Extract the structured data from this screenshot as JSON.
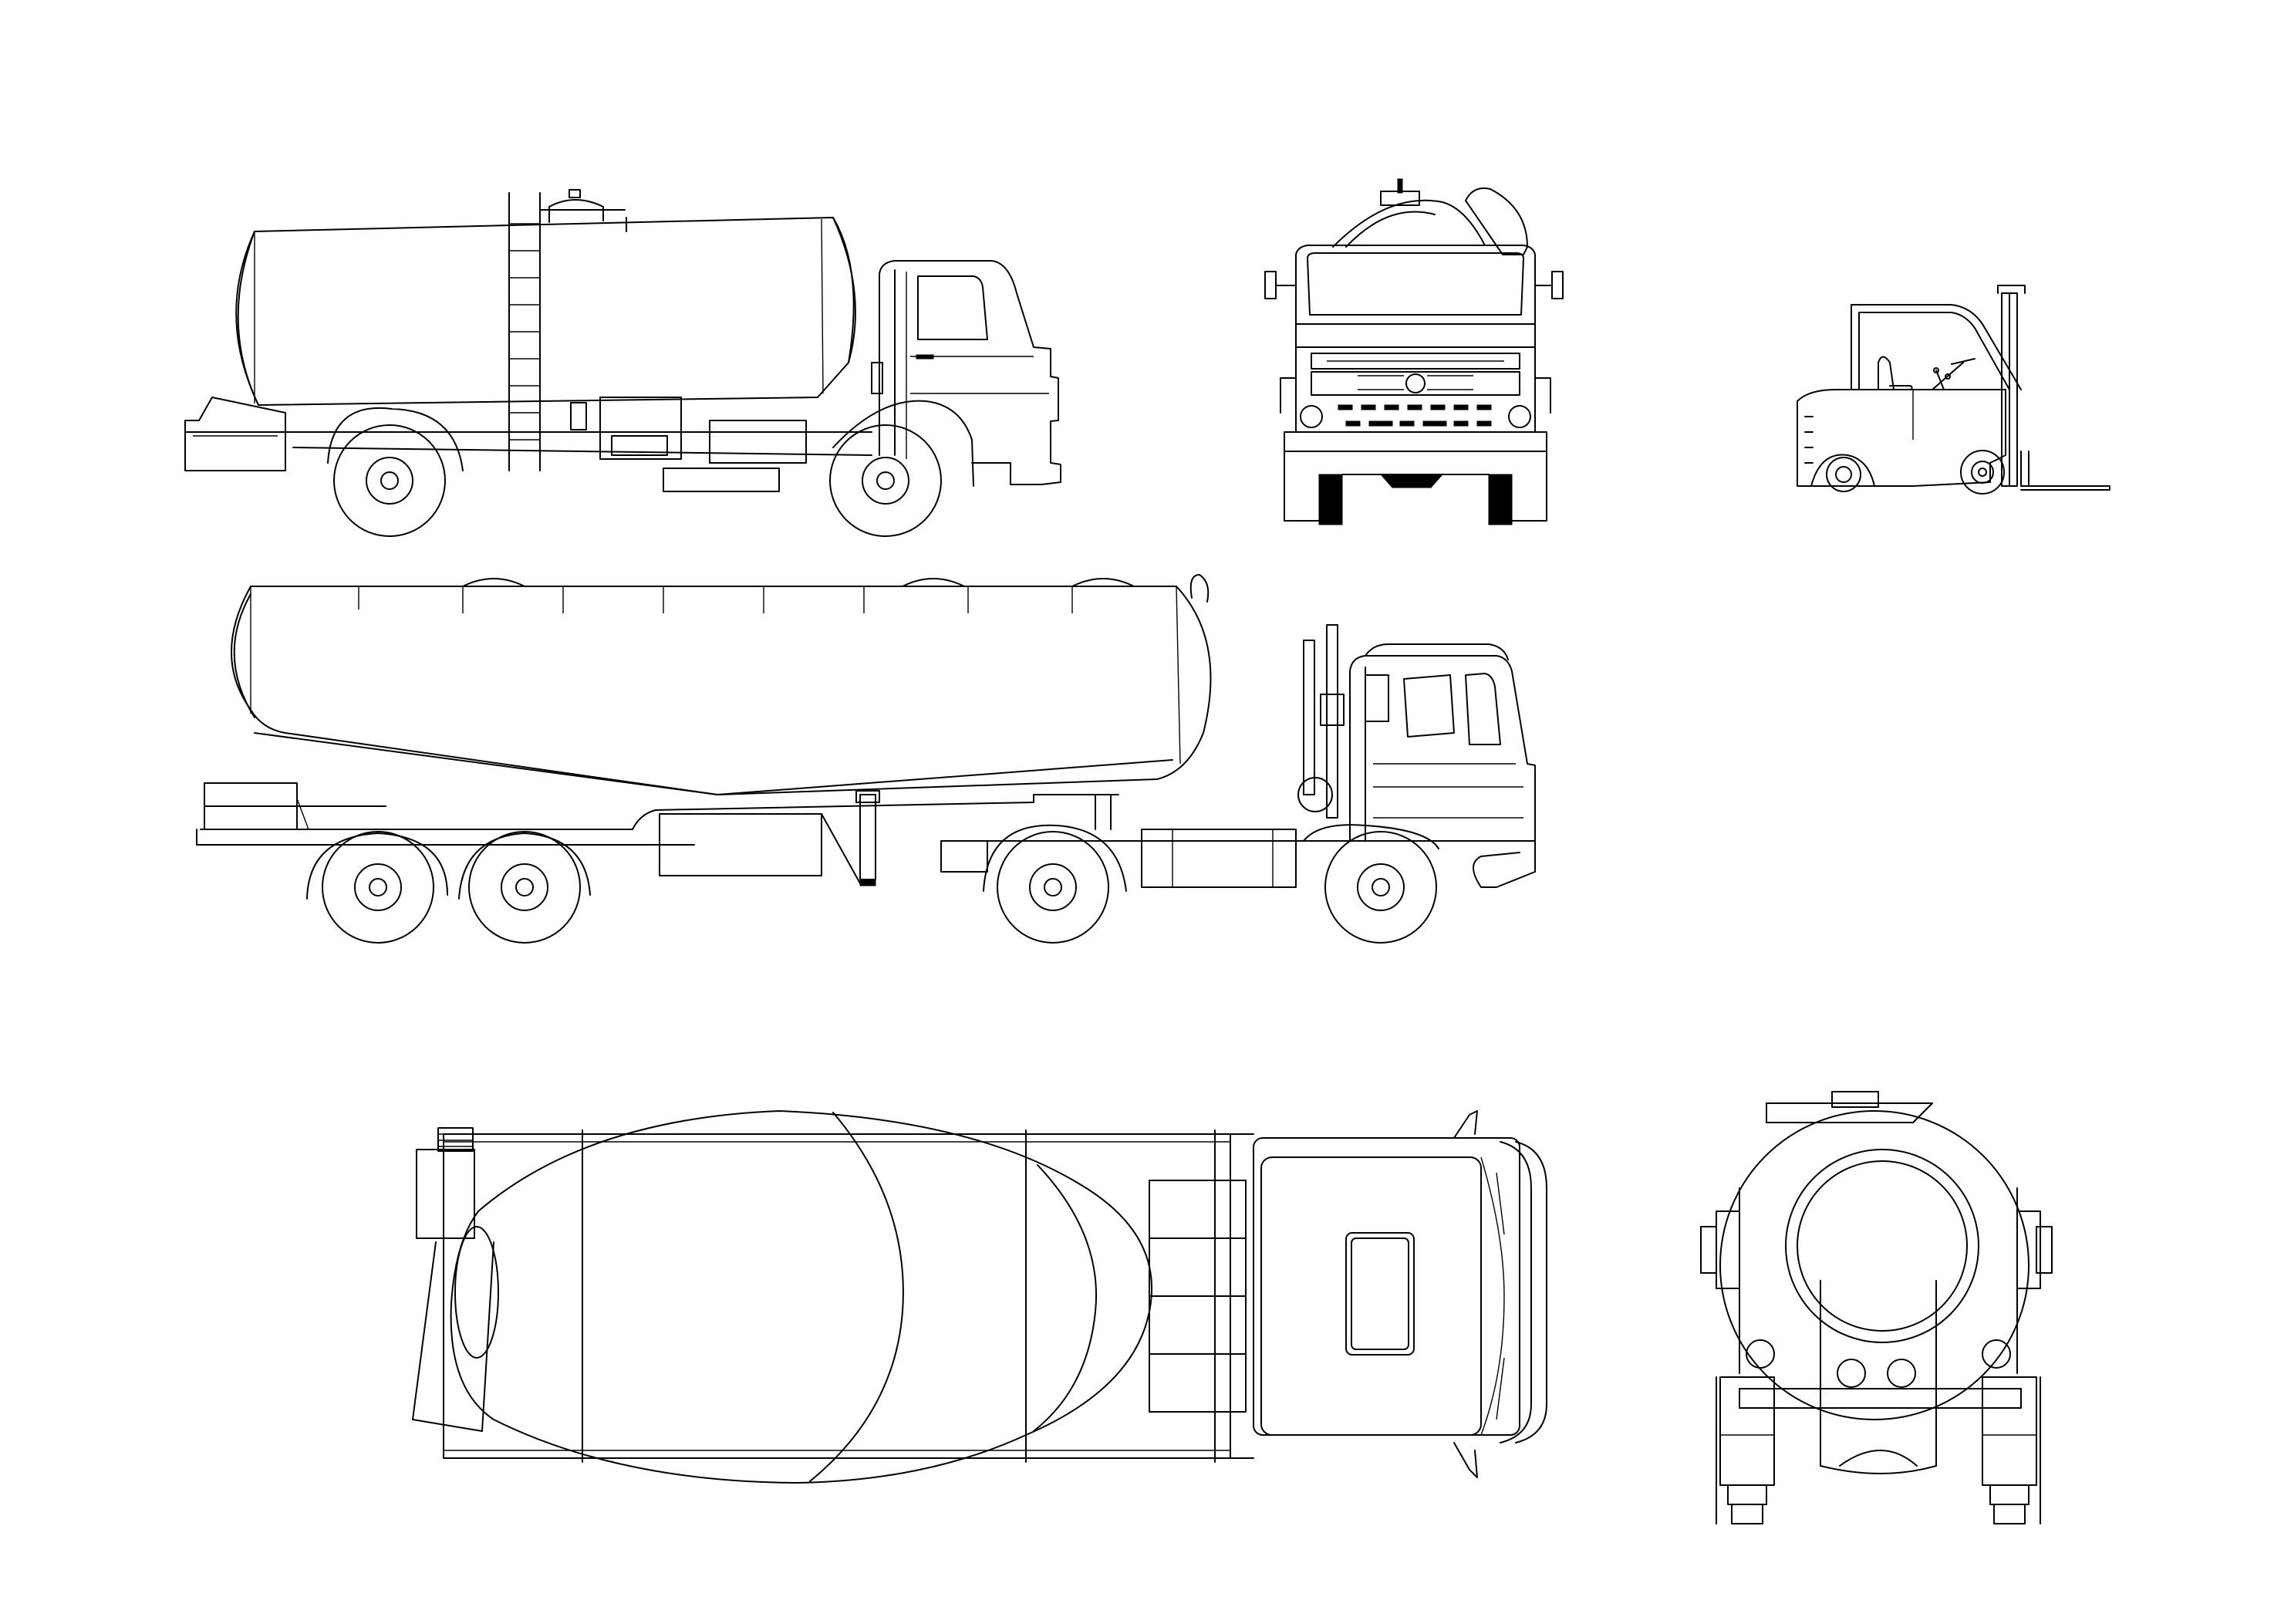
{
  "drawing": {
    "background": "#ffffff",
    "line_color": "#000000",
    "views": [
      "tanker-truck-side-view",
      "tanker-truck-front-view",
      "forklift-side-view",
      "bulk-cement-tanker-trailer-side-view",
      "concrete-mixer-truck-top-view",
      "concrete-mixer-truck-rear-view"
    ]
  }
}
